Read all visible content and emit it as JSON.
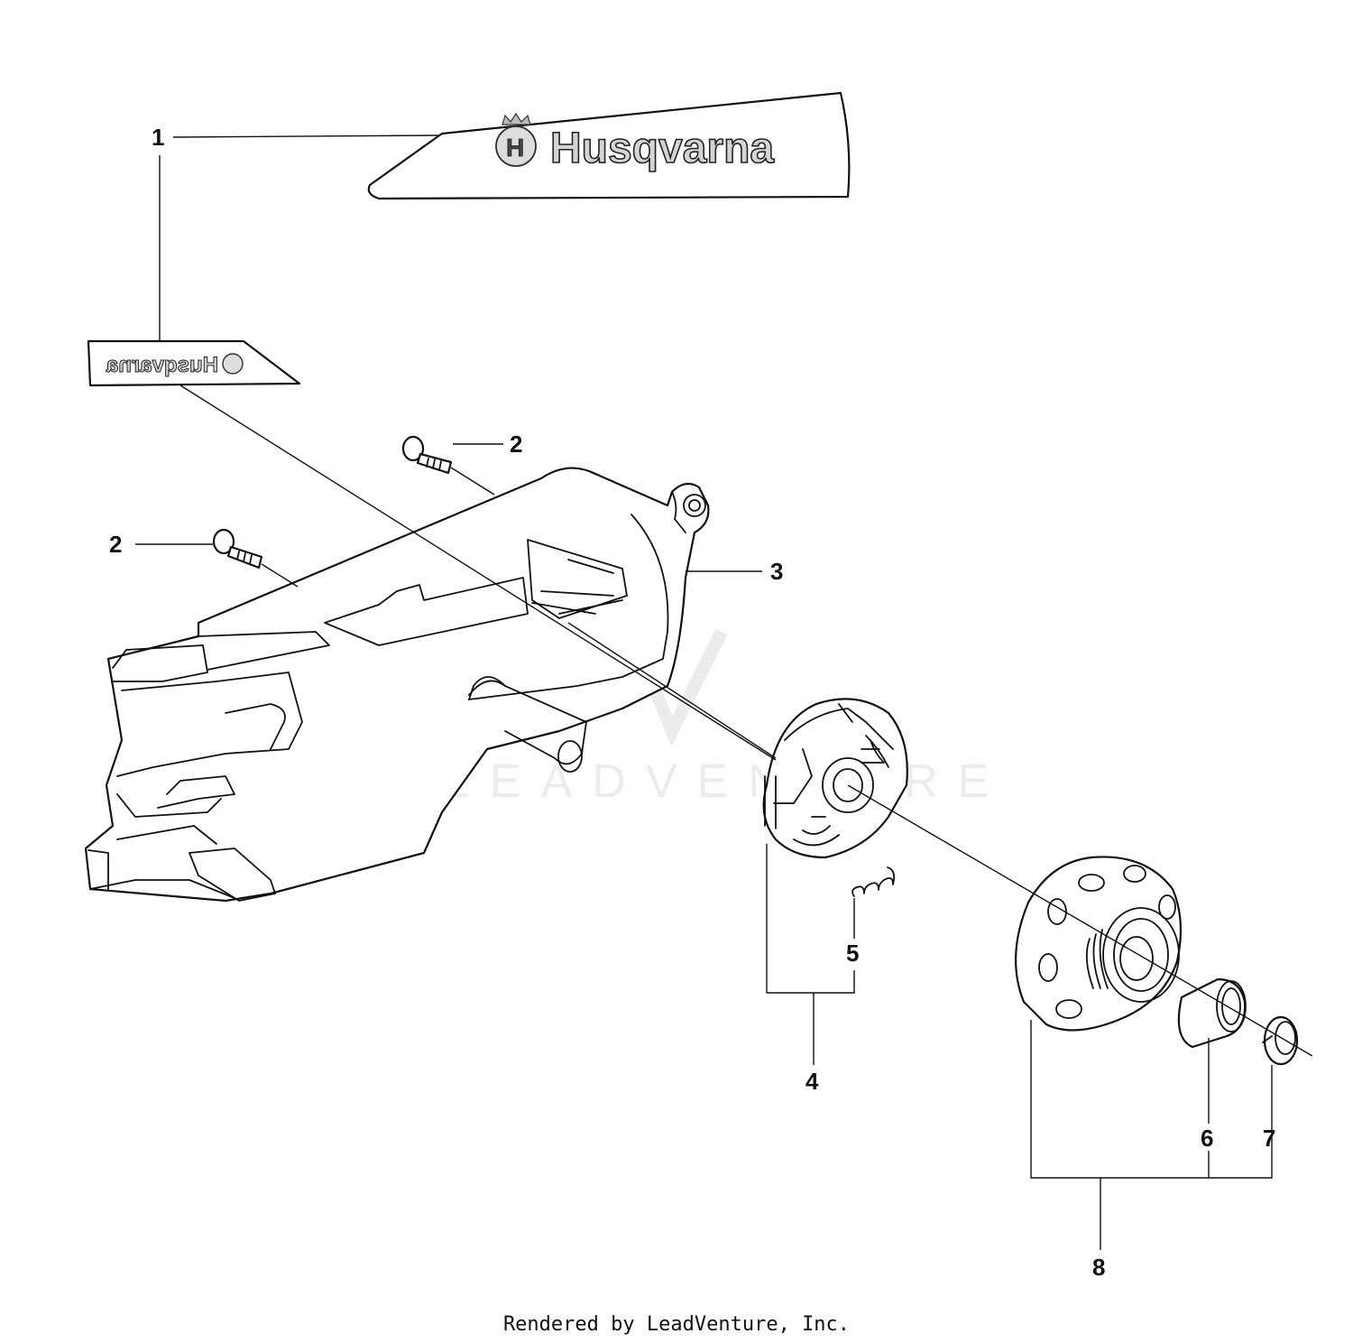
{
  "brand": {
    "logo_text": "Husqvarna",
    "logo_text_mirrored": "Husqvarna"
  },
  "watermark": "LEADVENTURE",
  "callouts": [
    {
      "id": "1",
      "label": "1"
    },
    {
      "id": "2a",
      "label": "2"
    },
    {
      "id": "2b",
      "label": "2"
    },
    {
      "id": "3",
      "label": "3"
    },
    {
      "id": "4",
      "label": "4"
    },
    {
      "id": "5",
      "label": "5"
    },
    {
      "id": "6",
      "label": "6"
    },
    {
      "id": "7",
      "label": "7"
    },
    {
      "id": "8",
      "label": "8"
    }
  ],
  "footer": "Rendered by LeadVenture, Inc."
}
